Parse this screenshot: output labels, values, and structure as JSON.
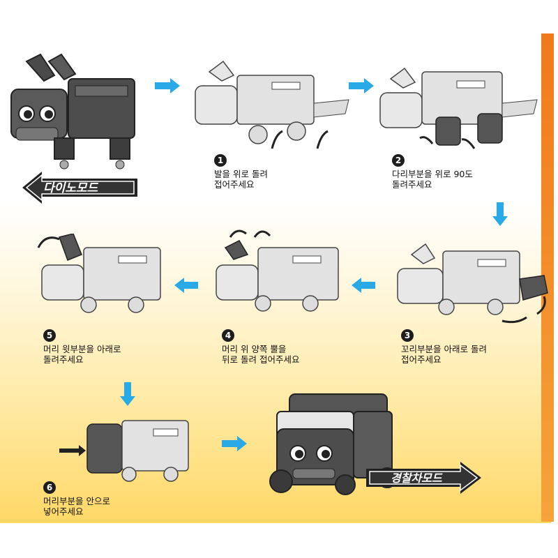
{
  "modes": {
    "dino": "다이노모드",
    "police": "경찰차모드"
  },
  "steps": [
    {
      "number": "1",
      "text": "발을 위로 돌려\n접어주세요"
    },
    {
      "number": "2",
      "text": "다리부분을 위로 90도\n돌려주세요"
    },
    {
      "number": "3",
      "text": "꼬리부분을 아래로 돌려\n접어주세요"
    },
    {
      "number": "4",
      "text": "머리 위 양쪽 뿔을\n뒤로 돌려 접어주세요"
    },
    {
      "number": "5",
      "text": "머리 윗부분을 아래로\n돌려주세요"
    },
    {
      "number": "6",
      "text": "머리부분을 안으로\n넣어주세요"
    }
  ],
  "colors": {
    "flow_arrow": "#29a9e6",
    "mode_arrow": "#222222",
    "toy_dark": "#555555",
    "toy_light": "#e6e6e6",
    "background_bottom": "#ffd866",
    "accent_edge": "#f07a1a"
  }
}
